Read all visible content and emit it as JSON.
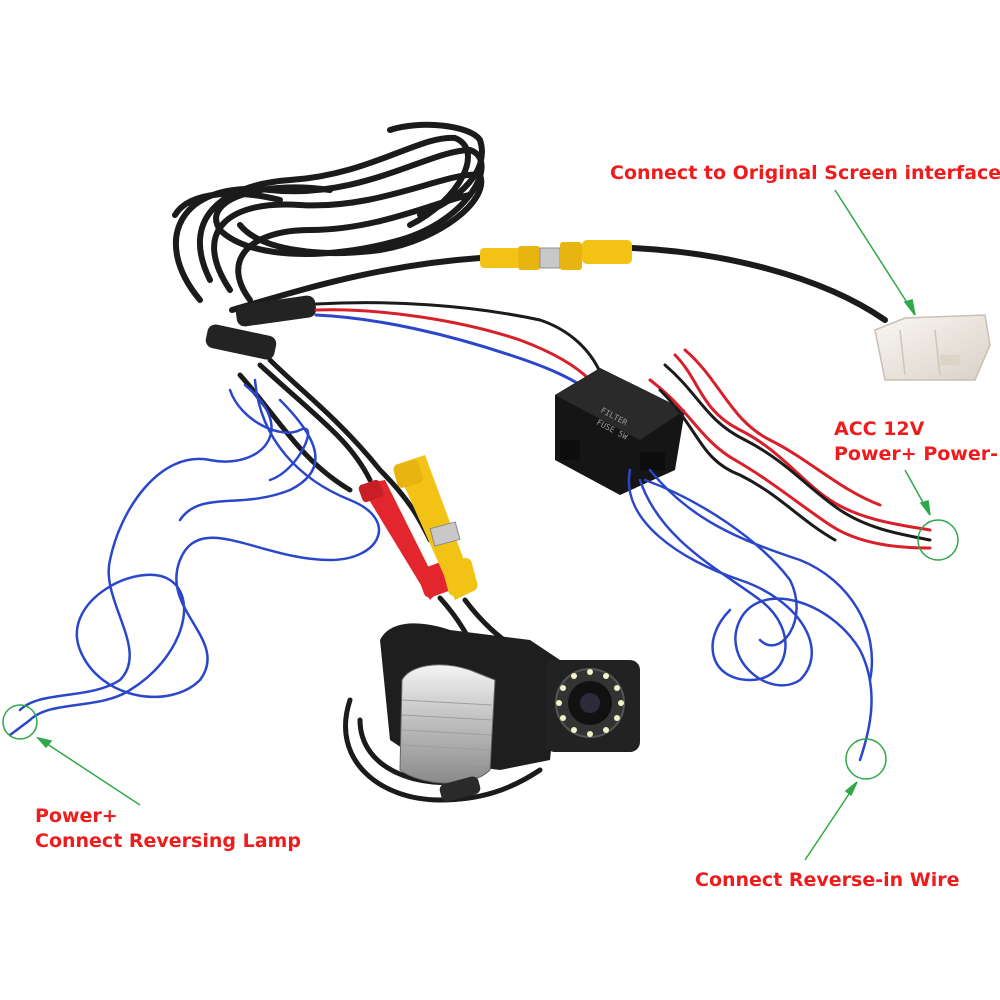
{
  "callouts": {
    "screen": "Connect to Original Screen interface",
    "acc_line1": "ACC 12V",
    "acc_line2": "Power+ Power-",
    "power_line1": "Power+",
    "power_line2": "Connect Reversing Lamp",
    "reverse": "Connect Reverse-in Wire"
  },
  "filter_box_text": [
    "FILTER",
    "FUSE 5W"
  ],
  "colors": {
    "callout_text": "#ee1c1c",
    "leader_line": "#2fa84a",
    "cable_black": "#1b1b1b",
    "wire_blue": "#2b47c9",
    "wire_red": "#d8202a",
    "rca_yellow": "#f2c214",
    "rca_red": "#e3262e",
    "connector_white": "#ece6df"
  },
  "icons": [
    "camera-icon",
    "rca-connector-icon",
    "filter-box-icon",
    "plug-icon"
  ]
}
